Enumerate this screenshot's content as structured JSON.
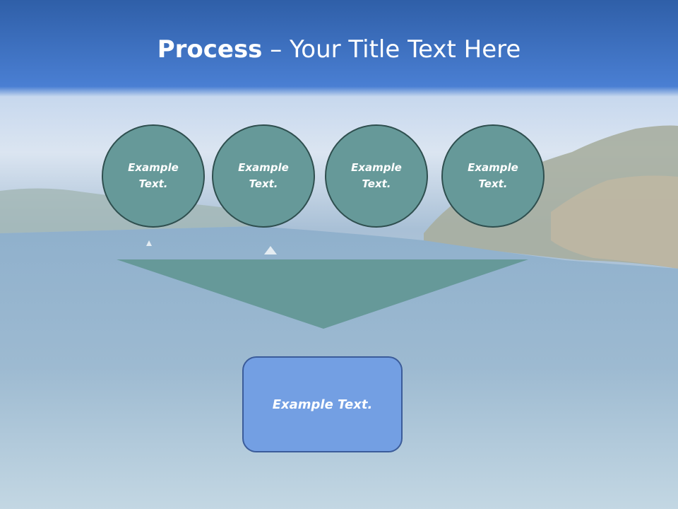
{
  "title": {
    "bold": "Process",
    "rest": " – Your Title Text Here"
  },
  "circles": [
    {
      "label": "Example Text."
    },
    {
      "label": "Example Text."
    },
    {
      "label": "Example Text."
    },
    {
      "label": "Example Text."
    }
  ],
  "result_box": {
    "label": "Example Text."
  },
  "colors": {
    "header_blue": "#3f74c8",
    "circle_fill": "#669999",
    "circle_border": "#2f4f4f",
    "funnel_fill": "#669999",
    "box_fill": "#739fe3",
    "box_border": "#3b5c9a"
  }
}
